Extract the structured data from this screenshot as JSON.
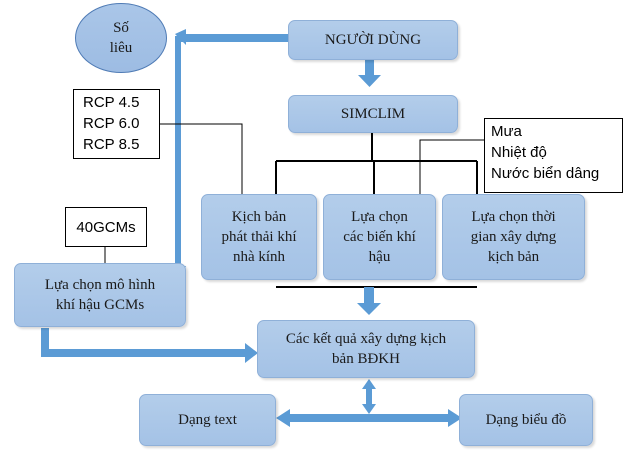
{
  "colors": {
    "box_fill": "#a7c4e6",
    "arrow_fill": "#5b9bd5",
    "line": "#000000"
  },
  "nodes": {
    "so_lieu_line1": "Số",
    "so_lieu_line2": "liêu",
    "nguoi_dung": "NGƯỜI DÙNG",
    "simclim": "SIMCLIM",
    "kich_ban": "Kịch bản\nphát thải khí\nnhà kính",
    "lua_chon_bien": "Lựa chọn\ncác biến khí\nhậu",
    "lua_chon_thoi_gian": "Lựa chọn thời\ngian xây dựng\nkịch bản",
    "lua_chon_mo_hinh": "Lựa chọn mô hình\nkhí hậu GCMs",
    "ket_qua": "Các kết quả xây dựng kịch\nbản BĐKH",
    "dang_text": "Dạng text",
    "dang_bieu_do": "Dạng biểu đồ"
  },
  "notes": {
    "rcp": [
      "RCP 4.5",
      "RCP 6.0",
      "RCP 8.5"
    ],
    "gcms": "40GCMs",
    "variables": [
      "Mưa",
      "Nhiệt độ",
      "Nước biển dâng"
    ]
  }
}
